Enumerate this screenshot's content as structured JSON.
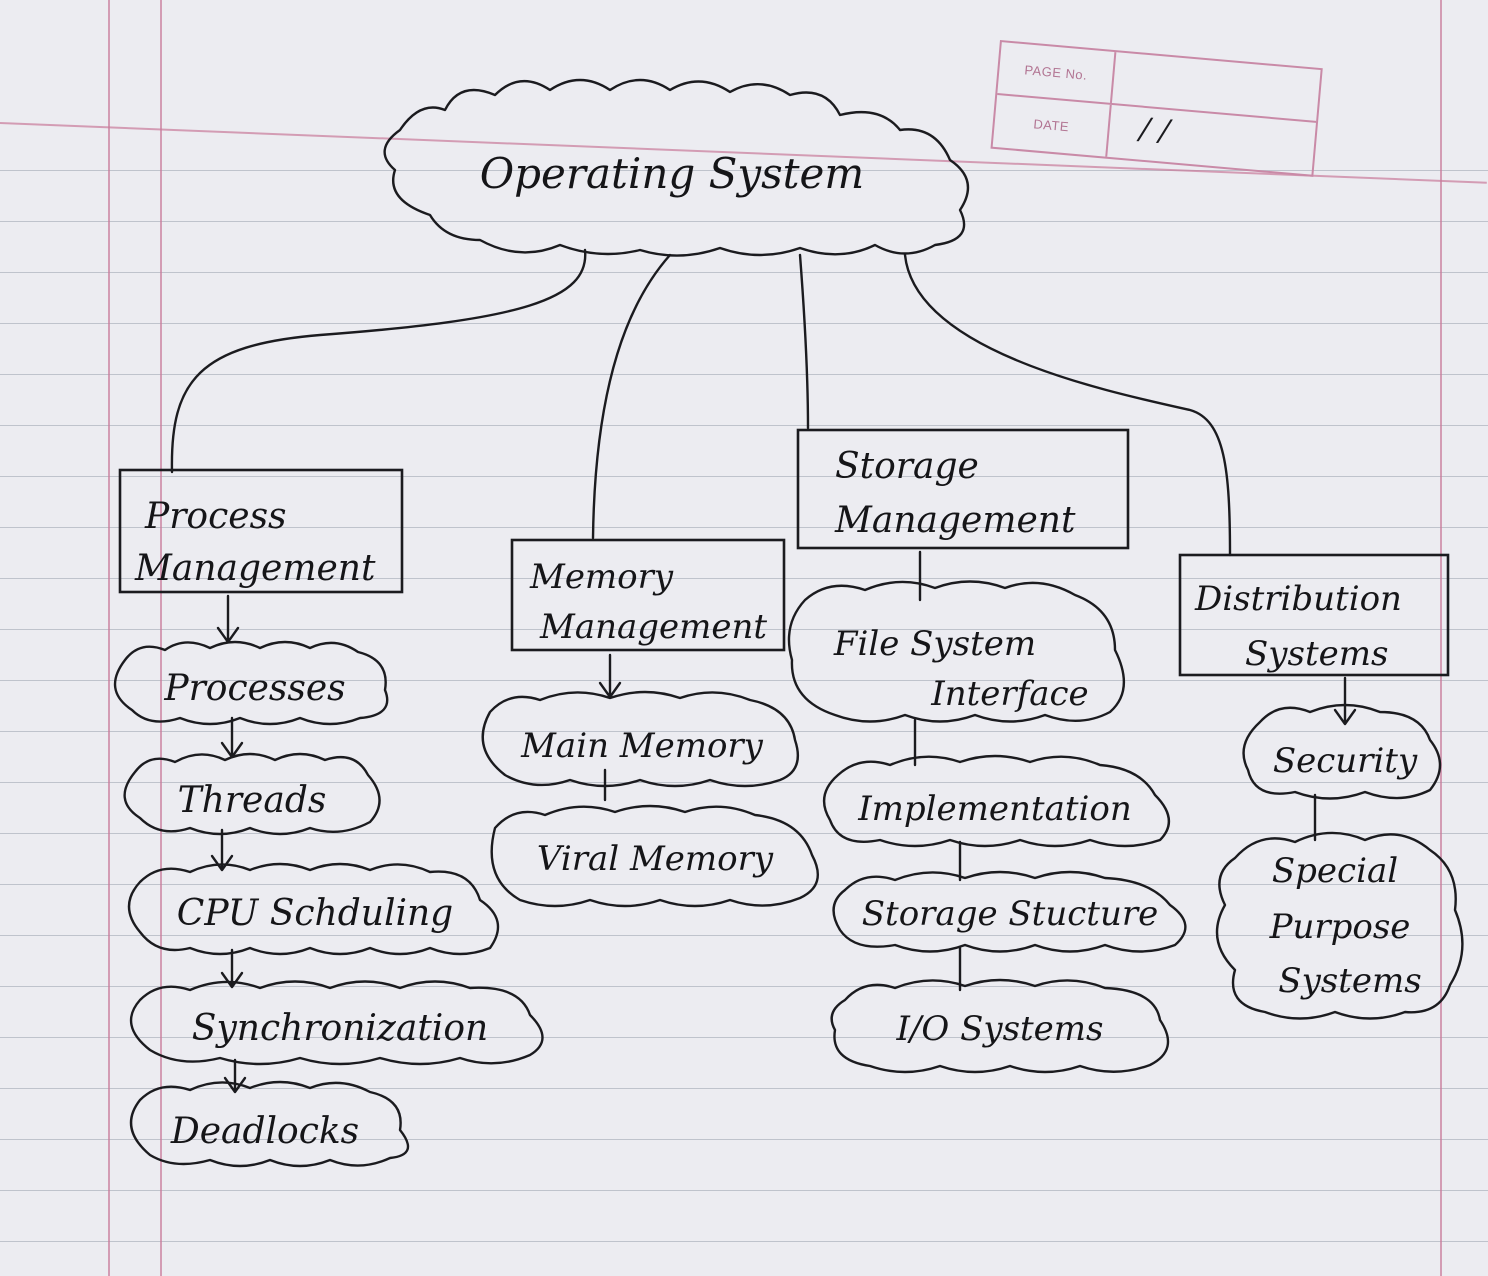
{
  "header": {
    "page_no_label": "PAGE No.",
    "date_label": "DATE",
    "date_value": "/ /"
  },
  "diagram": {
    "root": "Operating System",
    "branches": {
      "process": {
        "title": "Process Management",
        "items": [
          "Processes",
          "Threads",
          "CPU Schduling",
          "Synchronization",
          "Deadlocks"
        ]
      },
      "memory": {
        "title": "Memory Management",
        "items": [
          "Main Memory",
          "Viral Memory"
        ]
      },
      "storage": {
        "title": "Storage Management",
        "items": [
          "File System Interface",
          "Implementation",
          "Storage Stucture",
          "I/O Systems"
        ]
      },
      "distribution": {
        "title": "Distribution Systems",
        "items": [
          "Security",
          "Special Purpose Systems"
        ]
      }
    }
  },
  "colors": {
    "ink": "#1b1b1f",
    "paper": "#ececf1",
    "rule": "#9aa3ad",
    "margin": "#c97b9a"
  }
}
